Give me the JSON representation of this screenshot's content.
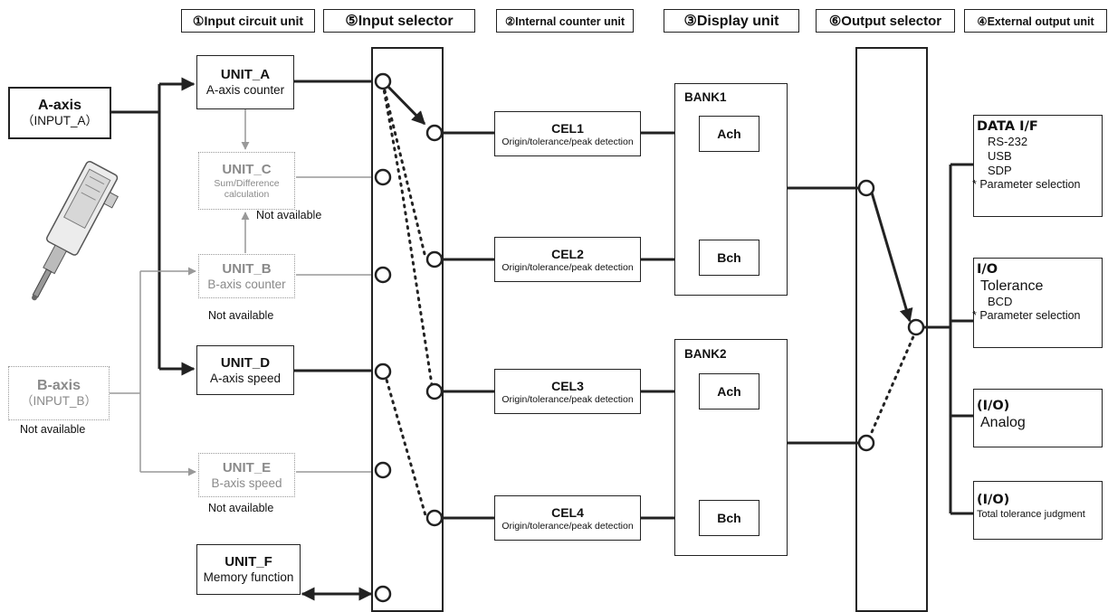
{
  "headers": {
    "input_circuit": "①Input circuit unit",
    "input_selector": "⑤Input selector",
    "internal_counter": "②Internal counter unit",
    "display": "③Display unit",
    "output_selector": "⑥Output selector",
    "external_output": "④External output unit"
  },
  "inputs": {
    "a_axis": {
      "title": "A-axis",
      "sub": "（INPUT_A）"
    },
    "b_axis": {
      "title": "B-axis",
      "sub": "（INPUT_B）",
      "note": "Not available"
    }
  },
  "units": {
    "a": {
      "title": "UNIT_A",
      "sub": "A-axis counter"
    },
    "c": {
      "title": "UNIT_C",
      "sub": "Sum/Difference calculation",
      "note": "Not available"
    },
    "b": {
      "title": "UNIT_B",
      "sub": "B-axis counter",
      "note": "Not available"
    },
    "d": {
      "title": "UNIT_D",
      "sub": "A-axis speed"
    },
    "e": {
      "title": "UNIT_E",
      "sub": "B-axis speed",
      "note": "Not available"
    },
    "f": {
      "title": "UNIT_F",
      "sub": "Memory function"
    }
  },
  "cels": [
    {
      "title": "CEL1",
      "sub": "Origin/tolerance/peak detection"
    },
    {
      "title": "CEL2",
      "sub": "Origin/tolerance/peak detection"
    },
    {
      "title": "CEL3",
      "sub": "Origin/tolerance/peak detection"
    },
    {
      "title": "CEL4",
      "sub": "Origin/tolerance/peak detection"
    }
  ],
  "banks": [
    {
      "title": "BANK1",
      "ch1": "Ach",
      "ch2": "Bch"
    },
    {
      "title": "BANK2",
      "ch1": "Ach",
      "ch2": "Bch"
    }
  ],
  "outputs": {
    "data_if": {
      "title": "DATA I/F",
      "lines": [
        "RS-232",
        "USB",
        "SDP"
      ],
      "note": "* Parameter selection"
    },
    "io": {
      "title": "I/O",
      "line1": "Tolerance",
      "line2": "BCD",
      "note": "* Parameter selection"
    },
    "analog": {
      "title": "(I/O)",
      "line1": "Analog"
    },
    "total": {
      "title": "(I/O)",
      "line1": "Total tolerance judgment"
    }
  }
}
